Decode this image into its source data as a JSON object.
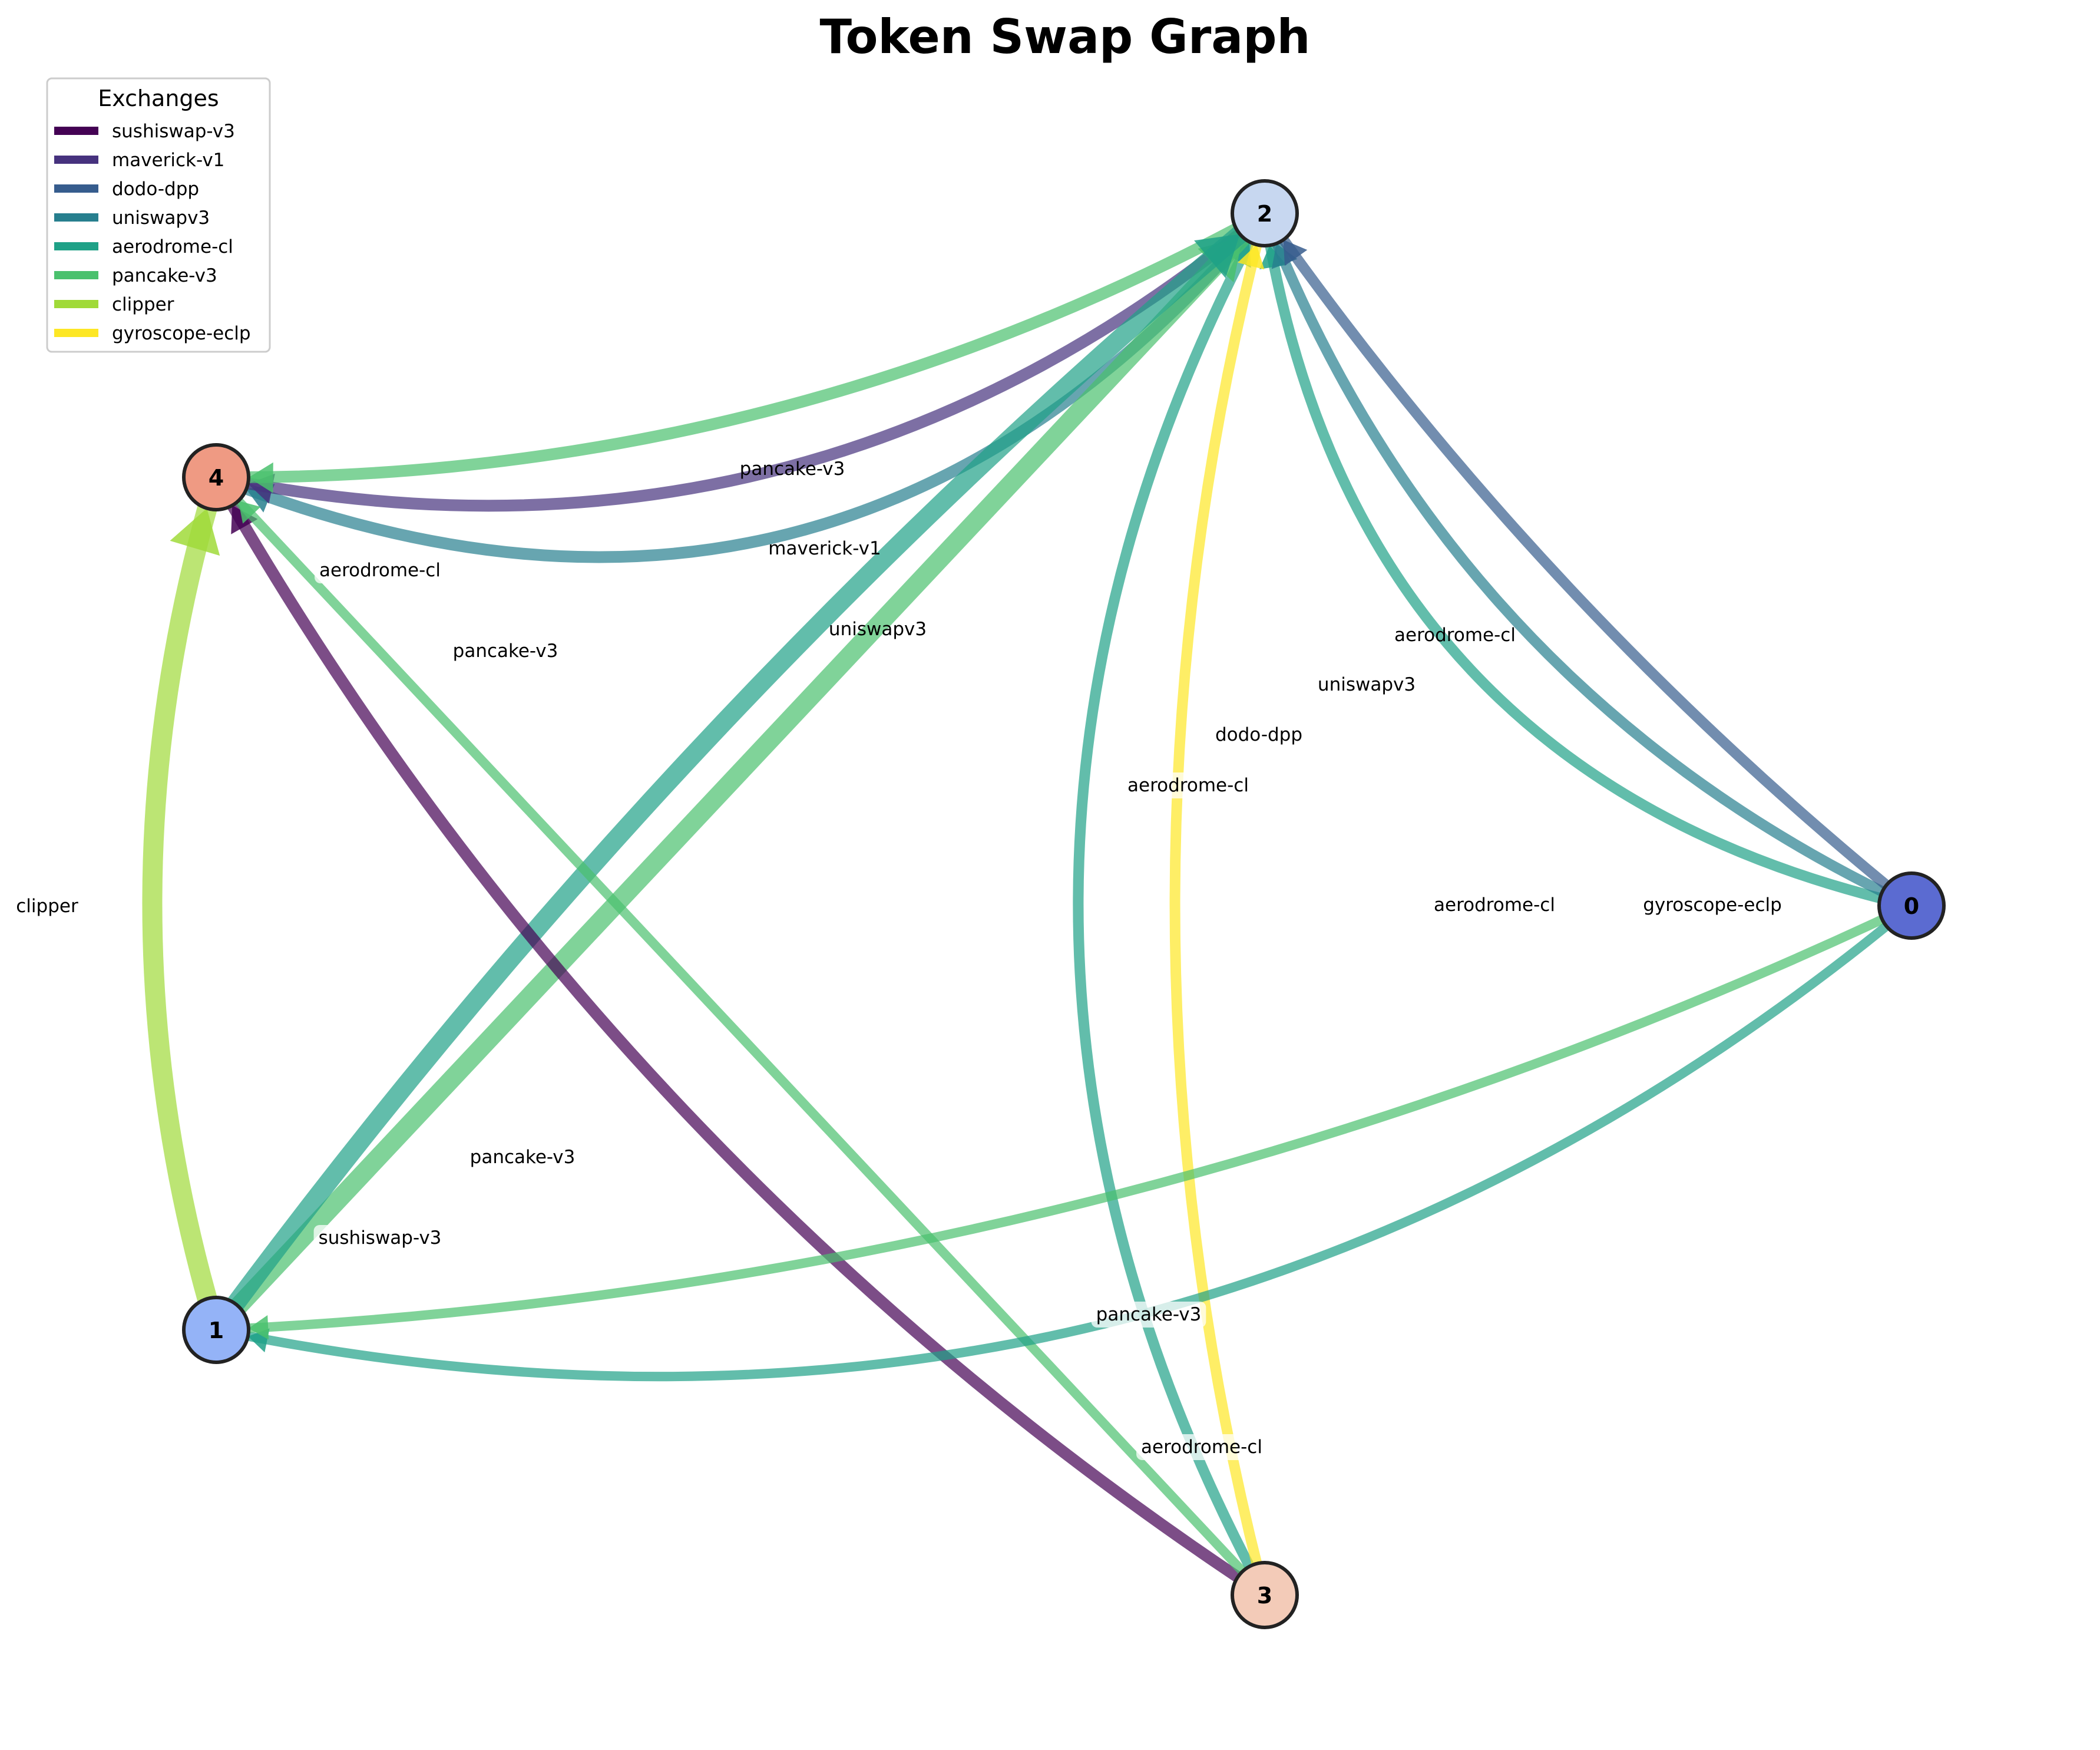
{
  "title": "Token Swap Graph",
  "legend": {
    "title": "Exchanges",
    "items": [
      {
        "label": "sushiswap-v3",
        "color": "#440154"
      },
      {
        "label": "maverick-v1",
        "color": "#46327e"
      },
      {
        "label": "dodo-dpp",
        "color": "#365c8d"
      },
      {
        "label": "uniswapv3",
        "color": "#277f8e"
      },
      {
        "label": "aerodrome-cl",
        "color": "#1fa187"
      },
      {
        "label": "pancake-v3",
        "color": "#4ac16d"
      },
      {
        "label": "clipper",
        "color": "#a0da39"
      },
      {
        "label": "gyroscope-eclp",
        "color": "#fde725"
      }
    ]
  },
  "nodes": [
    {
      "id": "0",
      "label": "0",
      "color": "#5b6bd1"
    },
    {
      "id": "1",
      "label": "1",
      "color": "#94b3f7"
    },
    {
      "id": "2",
      "label": "2",
      "color": "#c7d7f0"
    },
    {
      "id": "3",
      "label": "3",
      "color": "#f3cbb8"
    },
    {
      "id": "4",
      "label": "4",
      "color": "#ef9a83"
    }
  ],
  "edges": [
    {
      "source": "2",
      "target": "4",
      "exchange": "uniswapv3",
      "label": "uniswapv3",
      "color": "#277f8e"
    },
    {
      "source": "2",
      "target": "4",
      "exchange": "maverick-v1",
      "label": "maverick-v1",
      "color": "#46327e"
    },
    {
      "source": "2",
      "target": "4",
      "exchange": "pancake-v3",
      "label": "pancake-v3",
      "color": "#4ac16d"
    },
    {
      "source": "0",
      "target": "2",
      "exchange": "aerodrome-cl",
      "label": "aerodrome-cl",
      "color": "#1fa187"
    },
    {
      "source": "0",
      "target": "2",
      "exchange": "uniswapv3",
      "label": "uniswapv3",
      "color": "#277f8e"
    },
    {
      "source": "0",
      "target": "2",
      "exchange": "dodo-dpp",
      "label": "dodo-dpp",
      "color": "#365c8d"
    },
    {
      "source": "3",
      "target": "2",
      "exchange": "aerodrome-cl",
      "label": "aerodrome-cl",
      "color": "#1fa187"
    },
    {
      "source": "3",
      "target": "2",
      "exchange": "gyroscope-eclp",
      "label": "",
      "color": "#fde725"
    },
    {
      "source": "1",
      "target": "2",
      "exchange": "pancake-v3",
      "label": "",
      "color": "#4ac16d"
    },
    {
      "source": "1",
      "target": "2",
      "exchange": "aerodrome-cl",
      "label": "",
      "color": "#1fa187"
    },
    {
      "source": "1",
      "target": "4",
      "exchange": "clipper",
      "label": "clipper",
      "color": "#a0da39"
    },
    {
      "source": "3",
      "target": "4",
      "exchange": "sushiswap-v3",
      "label": "aerodrome-cl",
      "color": "#440154"
    },
    {
      "source": "3",
      "target": "4",
      "exchange": "pancake-v3",
      "label": "pancake-v3",
      "color": "#4ac16d"
    },
    {
      "source": "0",
      "target": "1",
      "exchange": "aerodrome-cl",
      "label": "aerodrome-cl",
      "color": "#1fa187"
    },
    {
      "source": "0",
      "target": "1",
      "exchange": "pancake-v3",
      "label": "gyroscope-eclp",
      "color": "#4ac16d"
    }
  ],
  "extra_labels": [
    "pancake-v3",
    "sushiswap-v3",
    "pancake-v3",
    "aerodrome-cl"
  ]
}
